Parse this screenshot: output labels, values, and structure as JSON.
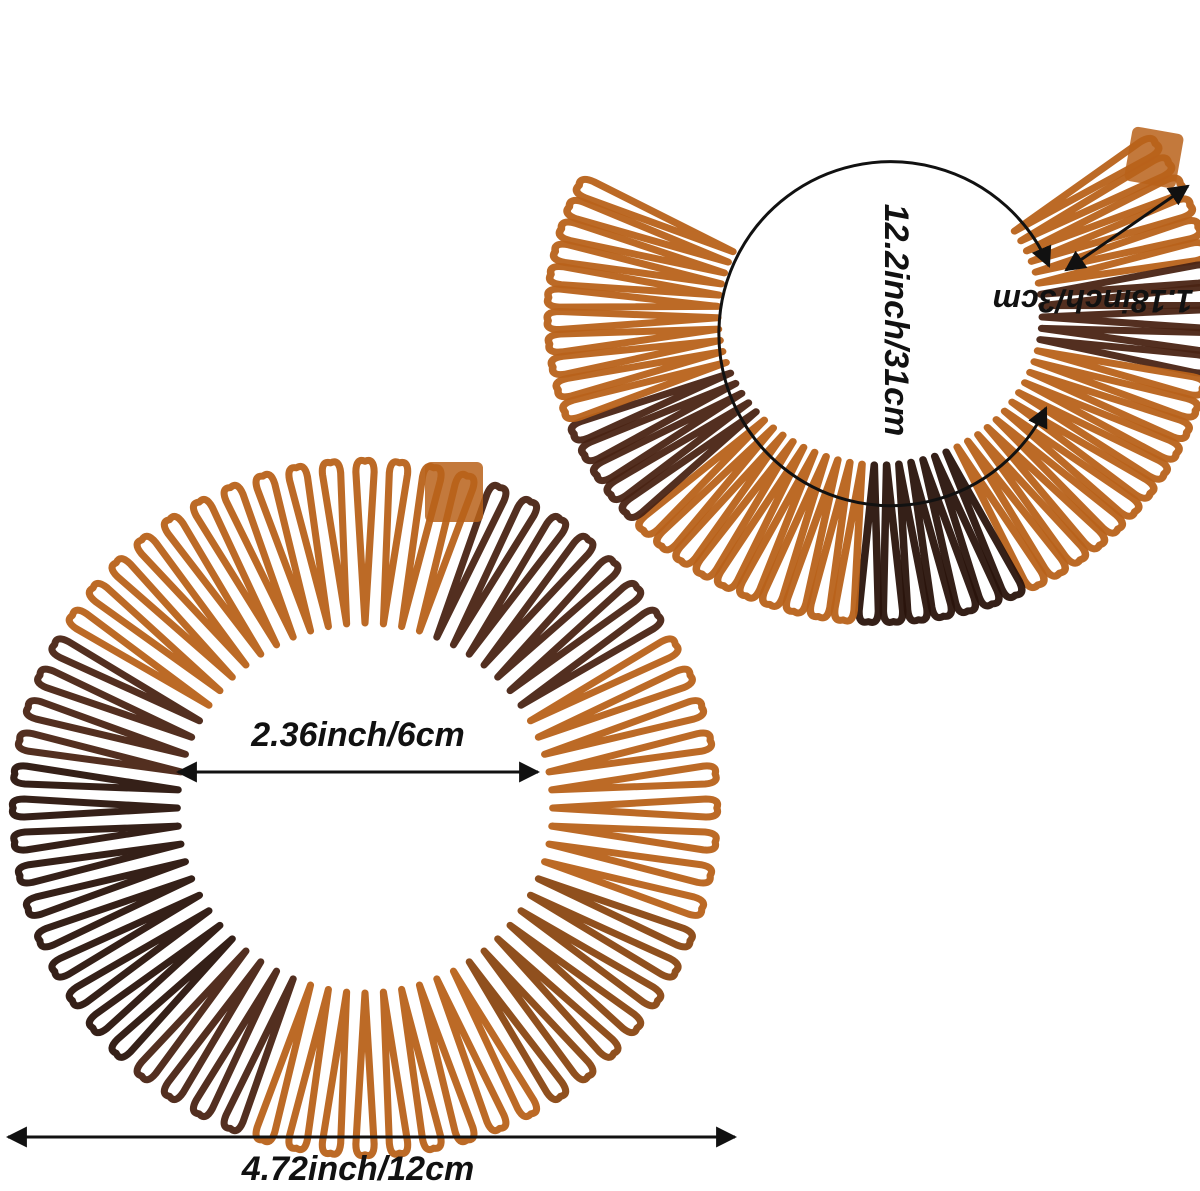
{
  "product": {
    "name": "",
    "colors": {
      "amber": "#b8621a",
      "amber_dark": "#8a4712",
      "brown": "#4a2414",
      "brown_dark": "#2a140c"
    }
  },
  "measurements": {
    "inner_diameter": "2.36inch/6cm",
    "outer_width": "4.72inch/12cm",
    "arc_length": "12.2inch/31cm",
    "gap_width": "1.18inch/3cm"
  }
}
